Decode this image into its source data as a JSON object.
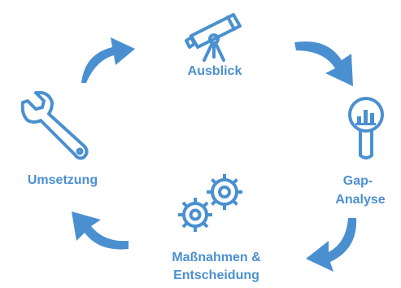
{
  "accent": "#4a90d0",
  "steps": [
    {
      "id": "ausblick",
      "label": "Ausblick",
      "icon": "telescope-icon"
    },
    {
      "id": "gap",
      "label_line1": "Gap-",
      "label_line2": "Analyse",
      "icon": "magnifier-chart-icon"
    },
    {
      "id": "massnahmen",
      "label_line1": "Maßnahmen &",
      "label_line2": "Entscheidung",
      "icon": "gears-icon"
    },
    {
      "id": "umsetzung",
      "label": "Umsetzung",
      "icon": "wrench-icon"
    }
  ],
  "arrows": [
    {
      "from": "Ausblick",
      "to": "Gap-Analyse"
    },
    {
      "from": "Gap-Analyse",
      "to": "Maßnahmen & Entscheidung"
    },
    {
      "from": "Maßnahmen & Entscheidung",
      "to": "Umsetzung"
    },
    {
      "from": "Umsetzung",
      "to": "Ausblick"
    }
  ]
}
